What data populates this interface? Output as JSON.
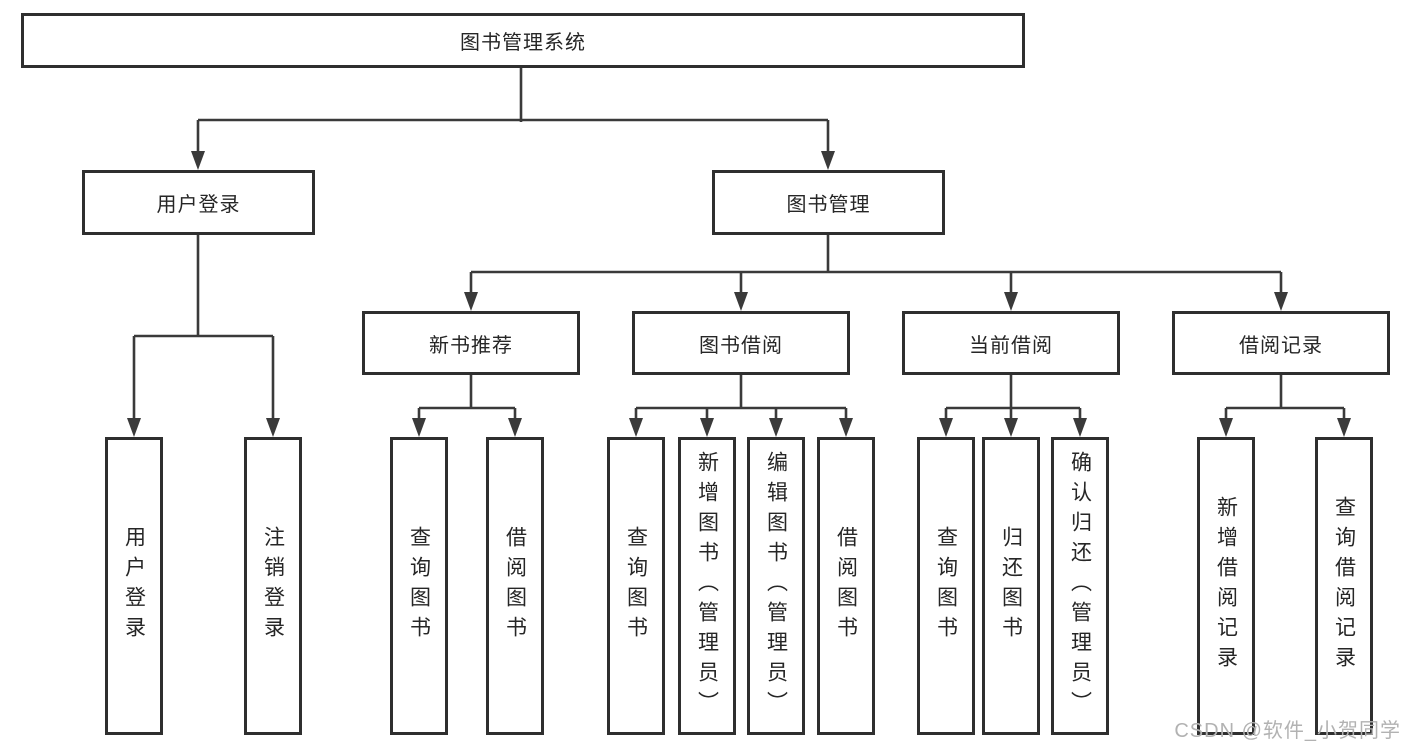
{
  "diagram": {
    "root": {
      "label": "图书管理系统"
    },
    "level2": [
      {
        "id": "user-login",
        "label": "用户登录"
      },
      {
        "id": "book-management",
        "label": "图书管理"
      }
    ],
    "level3": [
      {
        "id": "new-book-recommend",
        "label": "新书推荐"
      },
      {
        "id": "book-borrow",
        "label": "图书借阅"
      },
      {
        "id": "current-borrow",
        "label": "当前借阅"
      },
      {
        "id": "borrow-records",
        "label": "借阅记录"
      }
    ],
    "leaves": {
      "user_login": [
        {
          "label": "用户登录"
        },
        {
          "label": "注销登录"
        }
      ],
      "new_book_recommend": [
        {
          "label": "查询图书"
        },
        {
          "label": "借阅图书"
        }
      ],
      "book_borrow": [
        {
          "label": "查询图书"
        },
        {
          "label": "新增图书（管理员）"
        },
        {
          "label": "编辑图书（管理员）"
        },
        {
          "label": "借阅图书"
        }
      ],
      "current_borrow": [
        {
          "label": "查询图书"
        },
        {
          "label": "归还图书"
        },
        {
          "label": "确认归还（管理员）"
        }
      ],
      "borrow_records": [
        {
          "label": "新增借阅记录"
        },
        {
          "label": "查询借阅记录"
        }
      ]
    }
  },
  "watermark": {
    "text": "CSDN @软件_小贺同学",
    "color": "#b2b2b2"
  },
  "colors": {
    "line": "#3a3a3a",
    "box_border": "#2f2f2f",
    "box_background": "#ffffff",
    "text": "#262626"
  }
}
